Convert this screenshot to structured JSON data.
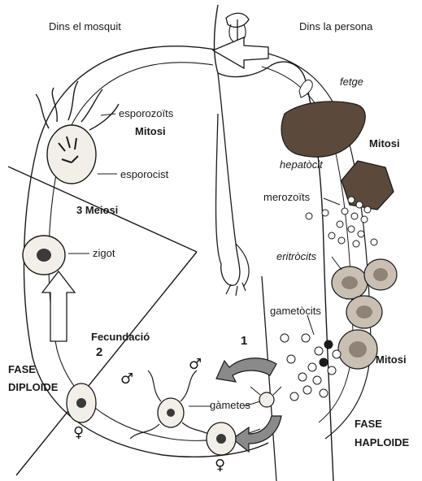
{
  "headings": {
    "mosquit": "Dins el mosquit",
    "persona": "Dins la persona"
  },
  "labels": {
    "esporozoits": "esporozoïts",
    "mitosi_top": "Mitosi",
    "esporocist": "esporocist",
    "meiosi": "3  Meiosi",
    "zigot": "zigot",
    "fecundacio": "Fecundació",
    "num2": "2",
    "fase_diploide_1": "FASE",
    "fase_diploide_2": "DIPLOIDE",
    "fetge": "fetge",
    "mitosi_right": "Mitosi",
    "hepatocit": "hepatòcit",
    "merozoits": "merozoïts",
    "eritrocits": "eritròcits",
    "gametocits": "gametòcits",
    "num1": "1",
    "mitosi_bottom": "Mitosi",
    "gametes": "gàmetes",
    "fase_haploide_1": "FASE",
    "fase_haploide_2": "HAPLOIDE"
  },
  "symbols": {
    "male": "♂",
    "female": "♀"
  },
  "colors": {
    "ink": "#1a1a1a",
    "liver": "#5b4a3c",
    "cell_fill": "#d9d2c8",
    "paper": "#ffffff"
  }
}
